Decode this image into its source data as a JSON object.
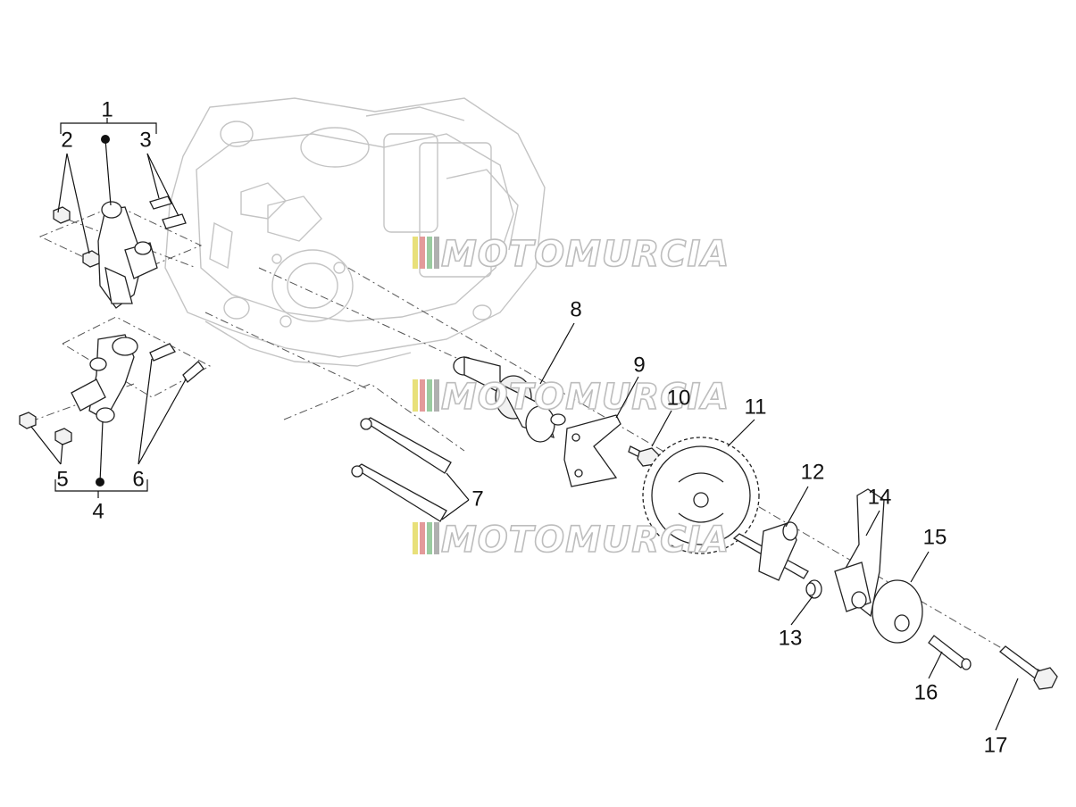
{
  "watermark": {
    "text": "MOTOMURCIA",
    "stripe_colors": [
      "#e8e07a",
      "#e39a9a",
      "#9acba0",
      "#b0b0b0"
    ]
  },
  "callouts": [
    {
      "id": "1",
      "label": "1"
    },
    {
      "id": "2",
      "label": "2"
    },
    {
      "id": "3",
      "label": "3"
    },
    {
      "id": "4",
      "label": "4"
    },
    {
      "id": "5",
      "label": "5"
    },
    {
      "id": "6",
      "label": "6"
    },
    {
      "id": "7",
      "label": "7"
    },
    {
      "id": "8",
      "label": "8"
    },
    {
      "id": "9",
      "label": "9"
    },
    {
      "id": "10",
      "label": "10"
    },
    {
      "id": "11",
      "label": "11"
    },
    {
      "id": "12",
      "label": "12"
    },
    {
      "id": "13",
      "label": "13"
    },
    {
      "id": "14",
      "label": "14"
    },
    {
      "id": "15",
      "label": "15"
    },
    {
      "id": "16",
      "label": "16"
    },
    {
      "id": "17",
      "label": "17"
    }
  ]
}
